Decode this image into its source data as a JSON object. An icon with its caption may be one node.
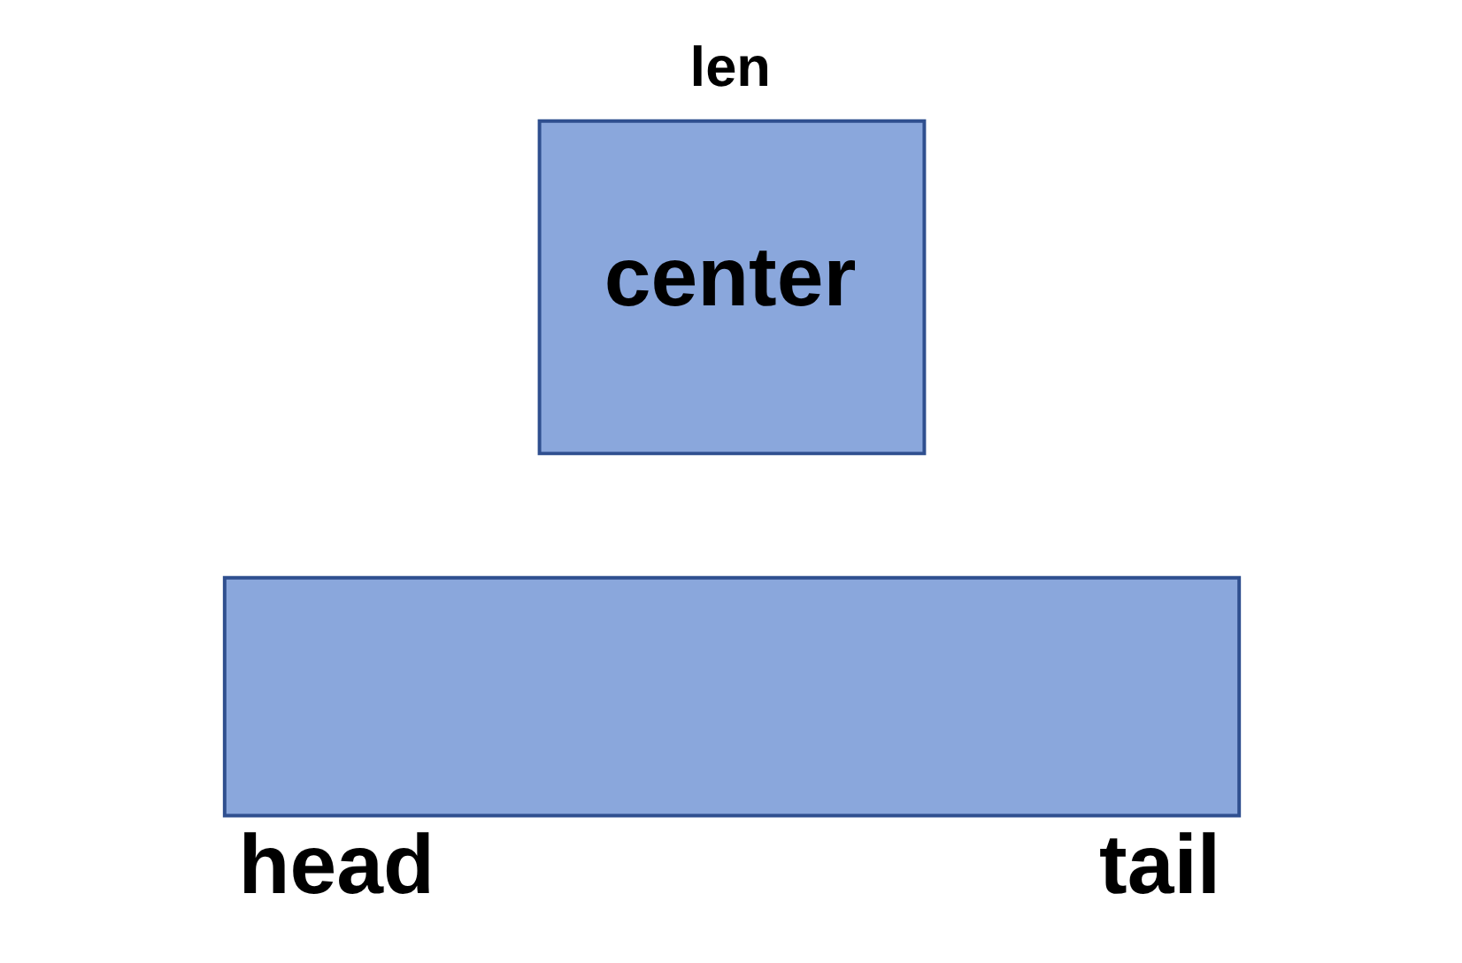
{
  "diagram": {
    "nodes": [
      {
        "text": [
          "len",
          "center"
        ]
      },
      {
        "text": [],
        "shape": "bar",
        "beside": [
          "head",
          "tail"
        ]
      }
    ]
  }
}
